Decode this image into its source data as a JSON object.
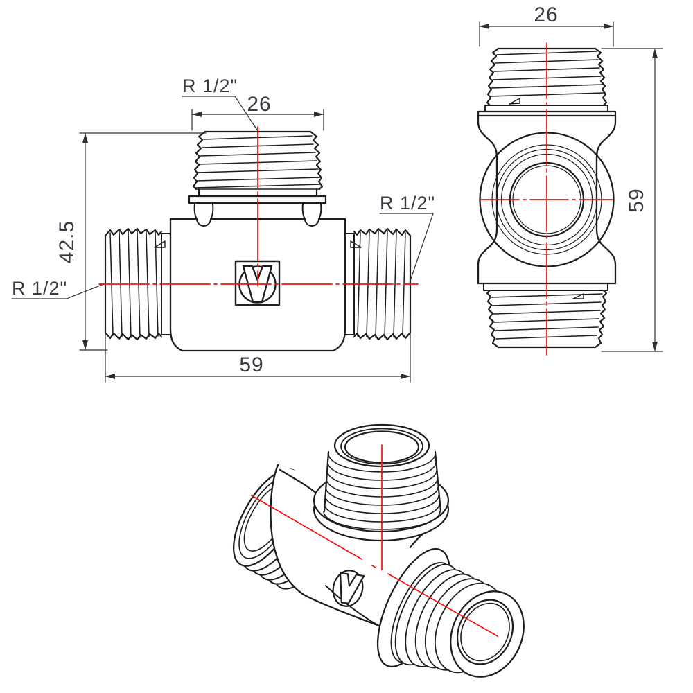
{
  "drawing": {
    "kind": "technical-drawing-pipe-tee-fitting",
    "colors": {
      "outline": "#1d1d20",
      "thin_line": "#2e2e33",
      "centerline_red": "#f3120e",
      "text": "#3a3a44",
      "background": "#ffffff"
    },
    "front_view": {
      "top_thread_width": "26",
      "height": "42.5",
      "total_width": "59",
      "thread_label_top": "R 1/2\"",
      "thread_label_left": "R 1/2\"",
      "thread_label_right": "R 1/2\""
    },
    "side_view": {
      "top_thread_width": "26",
      "total_height": "59"
    }
  }
}
